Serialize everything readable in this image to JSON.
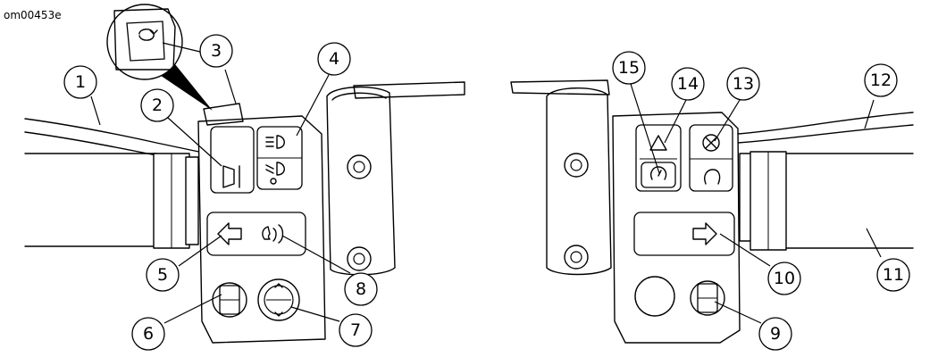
{
  "figure_id": "om00453e",
  "callouts": [
    {
      "n": "1"
    },
    {
      "n": "2"
    },
    {
      "n": "3"
    },
    {
      "n": "4"
    },
    {
      "n": "5"
    },
    {
      "n": "6"
    },
    {
      "n": "7"
    },
    {
      "n": "8"
    },
    {
      "n": "9"
    },
    {
      "n": "10"
    },
    {
      "n": "11"
    },
    {
      "n": "12"
    },
    {
      "n": "13"
    },
    {
      "n": "14"
    },
    {
      "n": "15"
    }
  ],
  "icons": [
    "horn-icon",
    "high-beam-icon",
    "low-beam-icon",
    "left-turn-arrow-icon",
    "voice-command-icon",
    "right-turn-arrow-icon",
    "hazard-triangle-icon",
    "engine-stop-icon",
    "start-icon",
    "cruise-control-icon",
    "mode-select-icon"
  ]
}
